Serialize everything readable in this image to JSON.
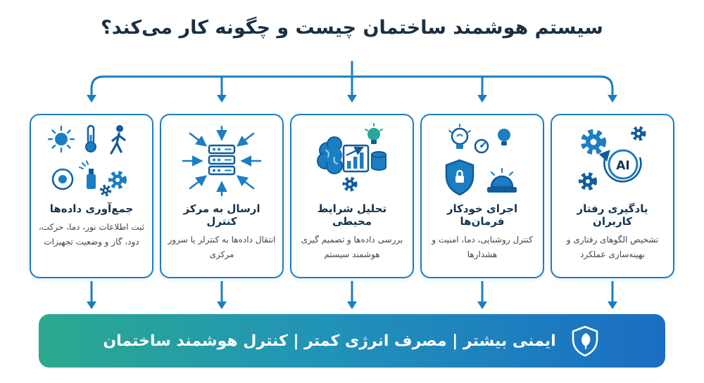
{
  "title": "سیستم هوشمند ساختمان چیست و چگونه کار می‌کند؟",
  "cards": [
    {
      "name": "data-collection",
      "icon": "sensors-icon",
      "title": "جمع‌آوری داده‌ها",
      "desc": "ثبت اطلاعات نور، دما، حرکت، دود، گاز و وضعیت تجهیزات"
    },
    {
      "name": "send-to-control-center",
      "icon": "server-inbound-arrows-icon",
      "title": "ارسال به مرکز کنترل",
      "desc": "انتقال داده‌ها به کنترلر یا سرور مرکزی"
    },
    {
      "name": "environment-analysis",
      "icon": "brain-analytics-icon",
      "title": "تحلیل شرایط محیطی",
      "desc": "بررسی داده‌ها و تصمیم گیری هوشمند سیستم"
    },
    {
      "name": "automatic-commands",
      "icon": "bulbs-shield-siren-icon",
      "title": "اجرای خودکار فرمان‌ها",
      "desc": "کنترل روشنایی، دما، امنیت و هشدارها"
    },
    {
      "name": "user-behavior-learning",
      "icon": "ai-gears-icon",
      "title": "یادگیری رفتار کاربران",
      "desc": "تشخیص الگوهای رفتاری و بهینه‌سازی عملکرد"
    }
  ],
  "ai_label": "AI",
  "banner": {
    "text": "ایمنی بیشتر | مصرف انرژی کمتر | کنترل هوشمند ساختمان",
    "icon": "shield-leaf-icon"
  },
  "colors": {
    "accent": "#1b7ec2",
    "icon_dark": "#0f5c9e",
    "title_text": "#1b2f42",
    "banner_gradient_start": "#2ba98e",
    "banner_gradient_end": "#1b6ec2"
  }
}
